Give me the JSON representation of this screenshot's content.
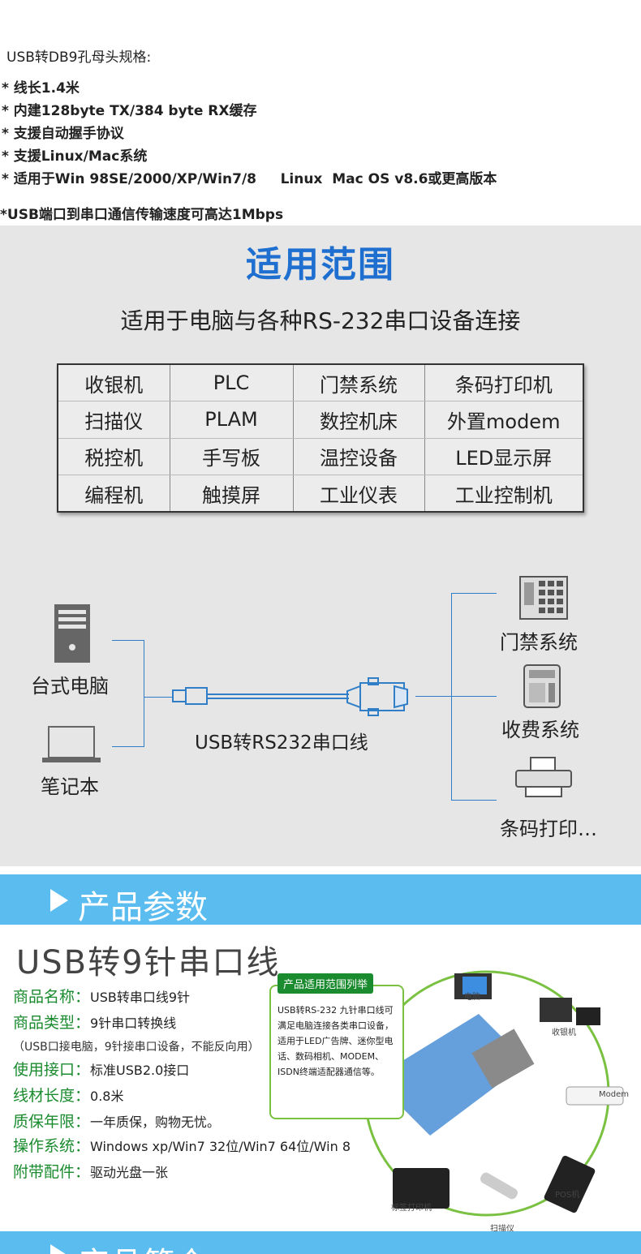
{
  "spec": {
    "heading": "USB转DB9孔母头规格:",
    "items": [
      "* 线长1.4米",
      "* 内建128byte TX/384 byte RX缓存",
      "* 支援自动握手协议",
      "* 支援Linux/Mac系统",
      "* 适用于Win 98SE/2000/XP/Win7/8     Linux  Mac OS v8.6或更高版本"
    ],
    "speed": "*USB端口到串口通信传输速度可高达1Mbps"
  },
  "scope": {
    "title": "适用范围",
    "subtitle": "适用于电脑与各种RS-232串口设备连接",
    "table": [
      [
        "收银机",
        "PLC",
        "门禁系统",
        "条码打印机"
      ],
      [
        "扫描仪",
        "PLAM",
        "数控机床",
        "外置modem"
      ],
      [
        "税控机",
        "手写板",
        "温控设备",
        "LED显示屏"
      ],
      [
        "编程机",
        "触摸屏",
        "工业仪表",
        "工业控制机"
      ]
    ],
    "desktop_label": "台式电脑",
    "laptop_label": "笔记本",
    "cable_label": "USB转RS232串口线",
    "access_label": "门禁系统",
    "fee_label": "收费系统",
    "barcode_label": "条码打印…",
    "line_color": "#2f7ec7"
  },
  "params": {
    "banner": "产品参数",
    "title": "USB转9针串口线",
    "rows": [
      {
        "k": "商品名称：",
        "v": "USB转串口线9针"
      },
      {
        "k": "商品类型：",
        "v": "9针串口转换线"
      },
      {
        "k": "使用接口：",
        "v": "标准USB2.0接口"
      },
      {
        "k": "线材长度：",
        "v": "0.8米"
      },
      {
        "k": "质保年限：",
        "v": "一年质保，购物无忧。"
      },
      {
        "k": "操作系统：",
        "v": "Windows xp/Win7 32位/Win7 64位/Win 8"
      },
      {
        "k": "附带配件：",
        "v": "驱动光盘一张"
      }
    ],
    "note": "（USB口接电脑，9针接串口设备，不能反向用）",
    "listbox_header": "产品适用范围列举",
    "listbox_body": "USB转RS-232 九针串口线可满足电脑连接各类串口设备，适用于LED广告牌、迷你型电话、数码相机、MODEM、ISDN终端适配器通信等。",
    "devices": {
      "pc": "电脑",
      "cashier": "收银机",
      "modem": "Modem",
      "pos": "POS机",
      "scanner": "扫描仪",
      "printer": "标签打印机"
    },
    "key_color": "#1a8b2e"
  },
  "bottom_banner": "产品简介"
}
